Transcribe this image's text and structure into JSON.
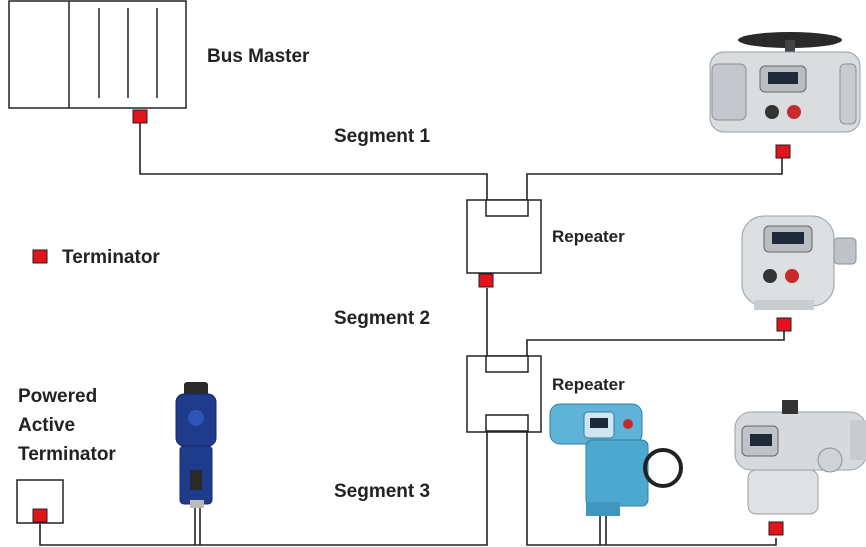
{
  "labels": {
    "bus_master": "Bus Master",
    "segment1": "Segment 1",
    "segment2": "Segment 2",
    "segment3": "Segment 3",
    "repeater1": "Repeater",
    "repeater2": "Repeater",
    "legend_terminator": "Terminator",
    "pat_line1": "Powered",
    "pat_line2": "Active",
    "pat_line3": "Terminator"
  },
  "colors": {
    "terminator": "#e3141b",
    "line": "#222222",
    "actuator_grey": "#d9dde0",
    "actuator_blue_dark": "#1f3b8c",
    "actuator_light_blue": "#5fb3d6",
    "actuator_dark": "#333333"
  },
  "icons": {
    "terminator": "red-square",
    "actuator": "valve-actuator-photo"
  }
}
